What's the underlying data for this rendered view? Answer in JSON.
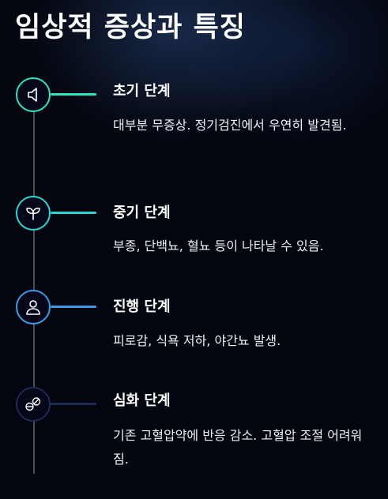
{
  "title": "임상적 증상과 특징",
  "stages": [
    {
      "title": "초기 단계",
      "desc": "대부분 무증상. 정기검진에서 우연히 발견됨.",
      "icon": "speaker-icon",
      "accent": "#2ee6c0"
    },
    {
      "title": "중기 단계",
      "desc": "부종, 단백뇨, 혈뇨 등이 나타날 수 있음.",
      "icon": "sprout-icon",
      "accent": "#29d6d2"
    },
    {
      "title": "진행 단계",
      "desc": "피로감, 식욕 저하, 야간뇨 발생.",
      "icon": "person-icon",
      "accent": "#3b9be8"
    },
    {
      "title": "심화 단계",
      "desc": "기존 고혈압약에 반응 감소. 고혈압 조절 어려워짐.",
      "icon": "pill-icon",
      "accent": "#1e2a55"
    }
  ]
}
